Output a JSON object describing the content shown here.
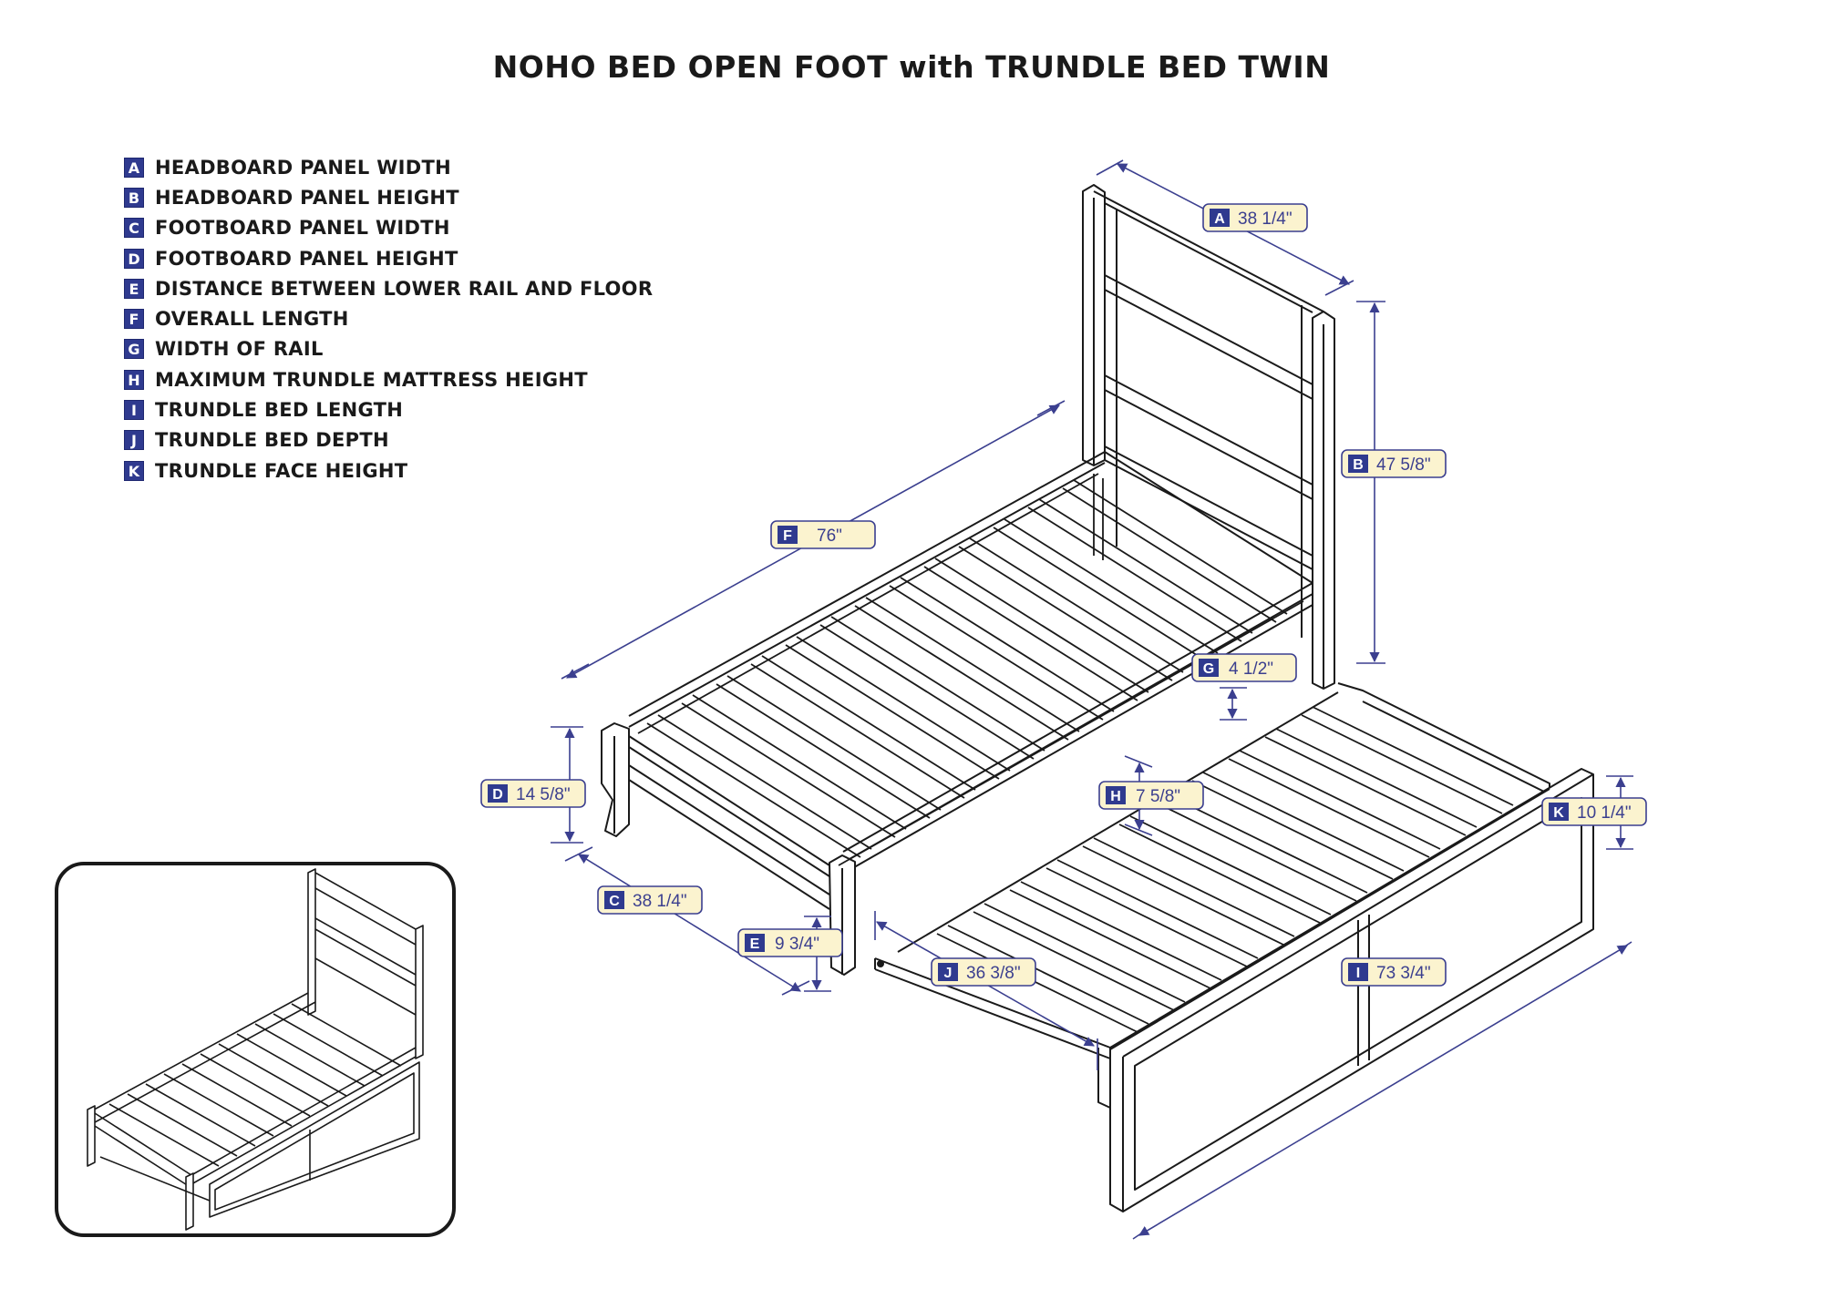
{
  "title": "NOHO BED OPEN FOOT with TRUNDLE BED TWIN",
  "colors": {
    "dimension": "#3b3f8f",
    "tag_fill": "#2f3a8f",
    "callout_fill": "#fbf3cf",
    "line": "#1a1a1a"
  },
  "legend": [
    {
      "key": "A",
      "text": "HEADBOARD PANEL WIDTH"
    },
    {
      "key": "B",
      "text": "HEADBOARD PANEL HEIGHT"
    },
    {
      "key": "C",
      "text": "FOOTBOARD PANEL WIDTH"
    },
    {
      "key": "D",
      "text": "FOOTBOARD PANEL HEIGHT"
    },
    {
      "key": "E",
      "text": "DISTANCE BETWEEN LOWER RAIL AND FLOOR"
    },
    {
      "key": "F",
      "text": "OVERALL LENGTH"
    },
    {
      "key": "G",
      "text": "WIDTH OF RAIL"
    },
    {
      "key": "H",
      "text": "MAXIMUM TRUNDLE MATTRESS HEIGHT"
    },
    {
      "key": "I",
      "text": "TRUNDLE BED LENGTH"
    },
    {
      "key": "J",
      "text": "TRUNDLE BED DEPTH"
    },
    {
      "key": "K",
      "text": "TRUNDLE FACE HEIGHT"
    }
  ],
  "callouts": {
    "A": {
      "key": "A",
      "value": "38 1/4\""
    },
    "B": {
      "key": "B",
      "value": "47 5/8\""
    },
    "C": {
      "key": "C",
      "value": "38 1/4\""
    },
    "D": {
      "key": "D",
      "value": "14 5/8\""
    },
    "E": {
      "key": "E",
      "value": "9 3/4\""
    },
    "F": {
      "key": "F",
      "value": "76\""
    },
    "G": {
      "key": "G",
      "value": "4 1/2\""
    },
    "H": {
      "key": "H",
      "value": "7 5/8\""
    },
    "I": {
      "key": "I",
      "value": "73 3/4\""
    },
    "J": {
      "key": "J",
      "value": "36 3/8\""
    },
    "K": {
      "key": "K",
      "value": "10 1/4\""
    }
  }
}
